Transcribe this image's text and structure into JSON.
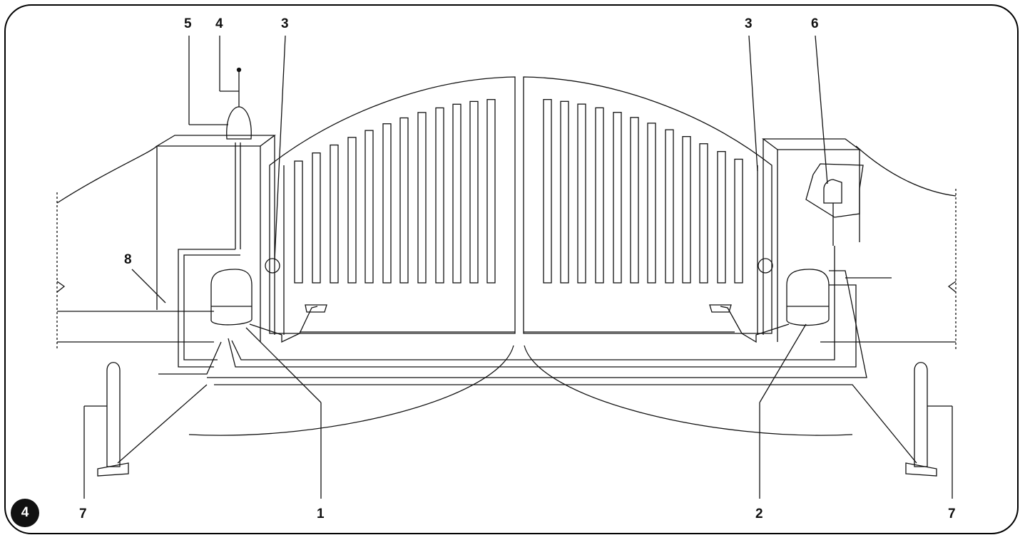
{
  "figure": {
    "number": "4"
  },
  "callouts": {
    "c1": "1",
    "c2": "2",
    "c3_left": "3",
    "c3_right": "3",
    "c4": "4",
    "c5": "5",
    "c6": "6",
    "c7_left": "7",
    "c7_right": "7",
    "c8": "8"
  }
}
